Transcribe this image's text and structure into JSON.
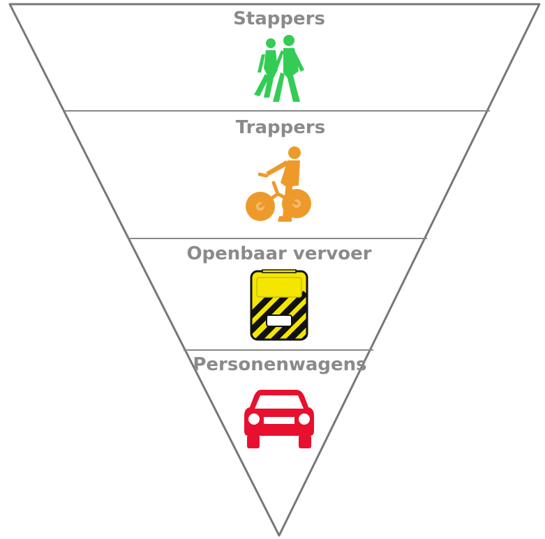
{
  "pyramid": {
    "levels": [
      {
        "label": "Stappers",
        "icon": "pedestrians-icon",
        "color": "#33cc55"
      },
      {
        "label": "Trappers",
        "icon": "cyclist-icon",
        "color": "#ee9a2a"
      },
      {
        "label": "Openbaar vervoer",
        "icon": "bus-icon",
        "color": "#f5e600"
      },
      {
        "label": "Personenwagens",
        "icon": "car-icon",
        "color": "#e8102e"
      }
    ]
  }
}
